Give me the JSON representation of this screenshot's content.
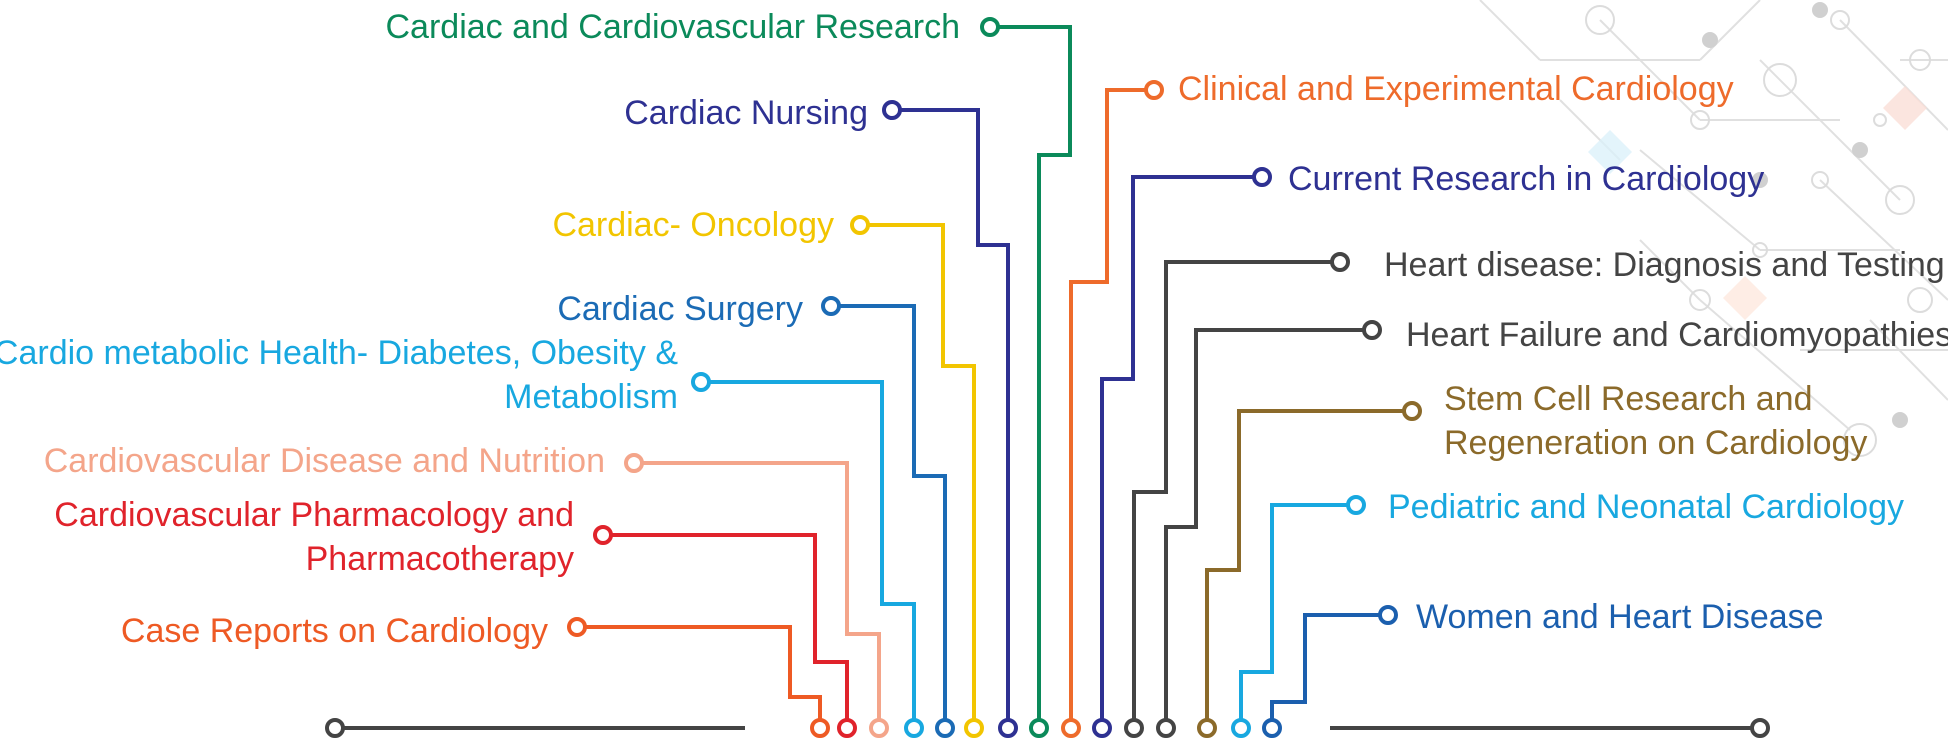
{
  "topics": [
    {
      "id": "cardiovascular-research",
      "lines": [
        "Cardiac and Cardiovascular Research"
      ],
      "color": "#0b8a5a"
    },
    {
      "id": "cardiac-nursing",
      "lines": [
        "Cardiac Nursing"
      ],
      "color": "#2e3192"
    },
    {
      "id": "cardiac-oncology",
      "lines": [
        "Cardiac- Oncology"
      ],
      "color": "#f2c500"
    },
    {
      "id": "cardiac-surgery",
      "lines": [
        "Cardiac Surgery"
      ],
      "color": "#1b6bb5"
    },
    {
      "id": "cardio-metabolic",
      "lines": [
        "Cardio metabolic Health- Diabetes, Obesity &",
        "Metabolism"
      ],
      "color": "#18a8e0"
    },
    {
      "id": "disease-nutrition",
      "lines": [
        "Cardiovascular Disease and Nutrition"
      ],
      "color": "#f4a58a"
    },
    {
      "id": "pharmacology",
      "lines": [
        "Cardiovascular Pharmacology and",
        "Pharmacotherapy"
      ],
      "color": "#e0232b"
    },
    {
      "id": "case-reports",
      "lines": [
        "Case Reports on Cardiology"
      ],
      "color": "#ee5a24"
    },
    {
      "id": "clinical-experimental",
      "lines": [
        "Clinical and Experimental Cardiology"
      ],
      "color": "#ee6b2b"
    },
    {
      "id": "current-research",
      "lines": [
        "Current Research in Cardiology"
      ],
      "color": "#2e3192"
    },
    {
      "id": "heart-disease-diagnosis",
      "lines": [
        "Heart disease: Diagnosis and Testing"
      ],
      "color": "#444444"
    },
    {
      "id": "heart-failure",
      "lines": [
        "Heart Failure and Cardiomyopathies"
      ],
      "color": "#444444"
    },
    {
      "id": "stem-cell",
      "lines": [
        "Stem Cell Research and",
        "Regeneration on Cardiology"
      ],
      "color": "#8b6a2a"
    },
    {
      "id": "pediatric",
      "lines": [
        "Pediatric and Neonatal Cardiology"
      ],
      "color": "#18a8e0"
    },
    {
      "id": "women-heart",
      "lines": [
        "Women and Heart Disease"
      ],
      "color": "#1b5fae"
    }
  ],
  "baseline_color": "#444444"
}
